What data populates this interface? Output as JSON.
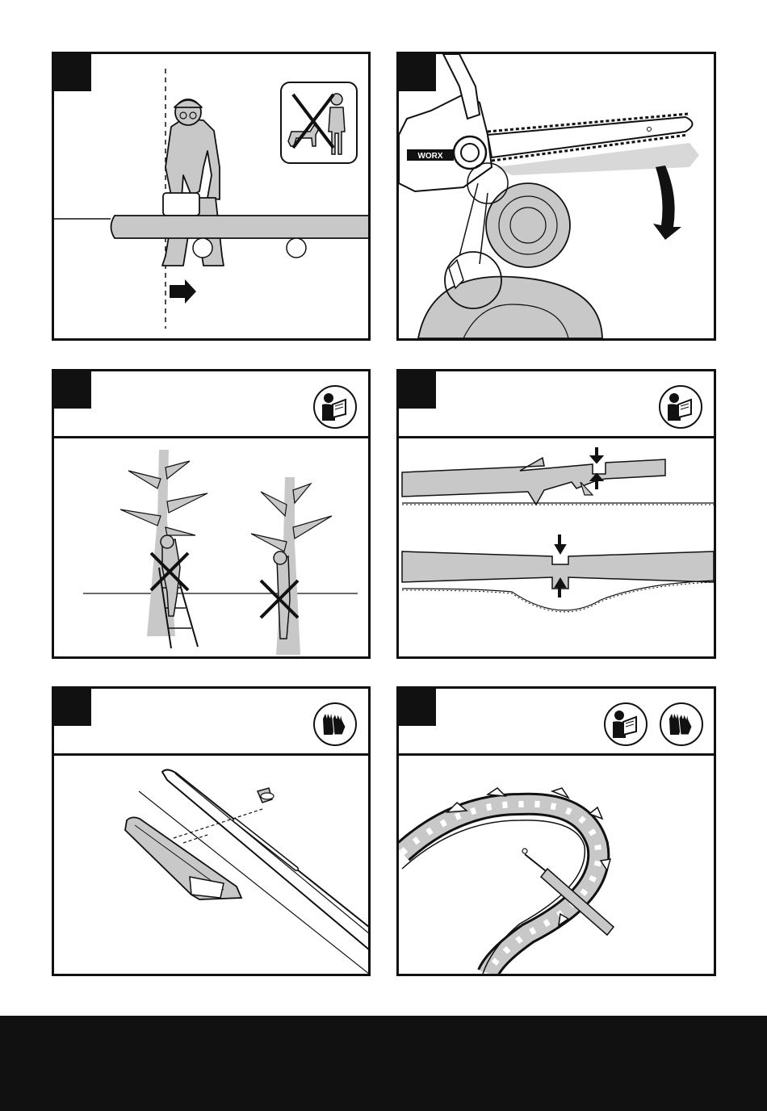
{
  "page": {
    "footer_color": "#111111",
    "figure_fill": "#c8c8c8",
    "line_color": "#111111"
  },
  "panels": [
    {
      "id": "A",
      "number": "",
      "icons": [
        "no-bystanders-icon"
      ]
    },
    {
      "id": "B",
      "number": "",
      "icons": [],
      "chainsaw_brand_text": "WORX"
    },
    {
      "id": "C",
      "number": "",
      "icons": [
        "read-manual-icon"
      ]
    },
    {
      "id": "D",
      "number": "",
      "icons": [
        "read-manual-icon"
      ]
    },
    {
      "id": "E",
      "number": "",
      "icons": [
        "gloves-icon"
      ]
    },
    {
      "id": "F",
      "number": "",
      "icons": [
        "read-manual-icon",
        "gloves-icon"
      ]
    }
  ]
}
